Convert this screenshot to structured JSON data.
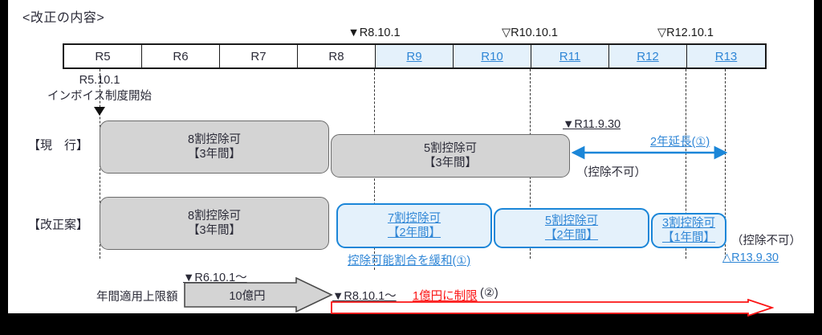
{
  "title": "<改正の内容>",
  "timeline": {
    "cells": [
      {
        "label": "R5",
        "highlight": false
      },
      {
        "label": "R6",
        "highlight": false
      },
      {
        "label": "R7",
        "highlight": false
      },
      {
        "label": "R8",
        "highlight": false
      },
      {
        "label": "R9",
        "highlight": true
      },
      {
        "label": "R10",
        "highlight": true
      },
      {
        "label": "R11",
        "highlight": true
      },
      {
        "label": "R12",
        "highlight": true
      },
      {
        "label": "R13",
        "highlight": true
      }
    ],
    "markers": [
      {
        "label": "▼R8.10.1",
        "glyph": "filled-down-triangle"
      },
      {
        "label": "▽R10.10.1",
        "glyph": "hollow-down-triangle"
      },
      {
        "label": "▽R12.10.1",
        "glyph": "hollow-down-triangle"
      }
    ]
  },
  "start_note": {
    "date": "R5.10.1",
    "caption": "インボイス制度開始"
  },
  "rows": {
    "current": {
      "label": "【現　行】",
      "boxes": [
        {
          "line1": "8割控除可",
          "line2": "【3年間】"
        },
        {
          "line1": "5割控除可",
          "line2": "【3年間】"
        }
      ],
      "end_marker": "▼R11.9.30",
      "no_deduction": "（控除不可）",
      "extension_label": "2年延長(①)"
    },
    "proposal": {
      "label": "【改正案】",
      "boxes": [
        {
          "line1": "8割控除可",
          "line2": "【3年間】",
          "style": "gray"
        },
        {
          "line1": "7割控除可",
          "line2": "【2年間】",
          "style": "blue"
        },
        {
          "line1": "5割控除可",
          "line2": "【2年間】",
          "style": "blue"
        },
        {
          "line1": "3割控除可",
          "line2": "【1年間】",
          "style": "blue"
        }
      ],
      "relax_note": "控除可能割合を緩和(①)",
      "no_deduction": "（控除不可）",
      "end_marker": "△R13.9.30"
    }
  },
  "bottom": {
    "label": "年間適用上限額",
    "arrow_date": "▼R6.10.1～",
    "arrow_value": "10億円",
    "limit_date": "▼R8.10.1～",
    "limit_text": "1億円に制限",
    "limit_suffix": "(②)"
  },
  "colors": {
    "blue": "#2f86d6",
    "blue_border": "#1b86d8",
    "blue_fill": "#e4f1fb",
    "gray_fill": "#d4d4d4",
    "gray_border": "#6b6b6b",
    "red": "#fb1414",
    "ink": "#2b2b38"
  }
}
